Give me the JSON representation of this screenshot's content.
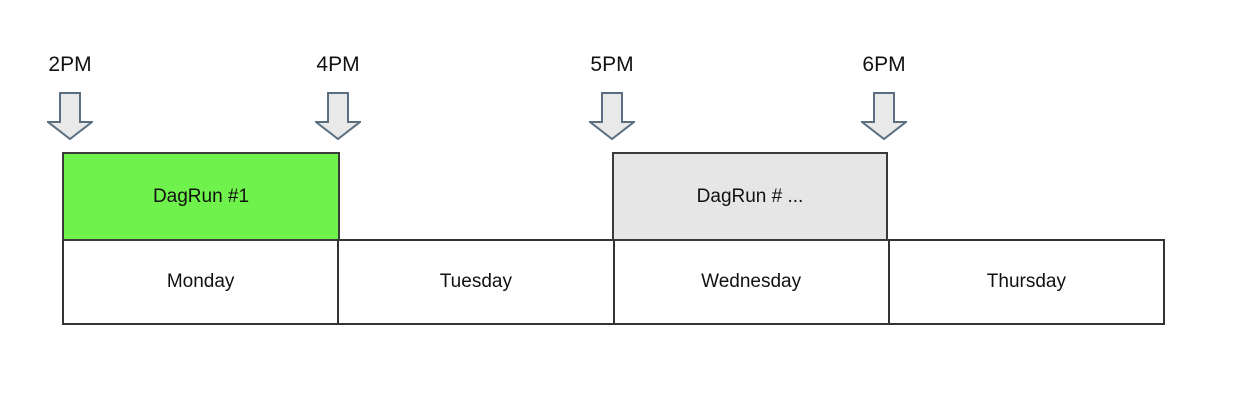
{
  "time_markers": [
    {
      "label": "2PM"
    },
    {
      "label": "4PM"
    },
    {
      "label": "5PM"
    },
    {
      "label": "6PM"
    }
  ],
  "dag_runs": [
    {
      "label": "DagRun #1",
      "fill": "#6ff24c"
    },
    {
      "label": "DagRun # ...",
      "fill": "#e6e6e6"
    }
  ],
  "days": [
    "Monday",
    "Tuesday",
    "Wednesday",
    "Thursday"
  ],
  "colors": {
    "background": "#ffffff",
    "text": "#111111",
    "dagrun1_fill": "#6ff24c",
    "dagrun_next_fill": "#e6e6e6",
    "box_border": "#3a3a3a",
    "table_border": "#333333",
    "arrow_fill": "#e9e9e9",
    "arrow_stroke": "#5b6e7f"
  }
}
